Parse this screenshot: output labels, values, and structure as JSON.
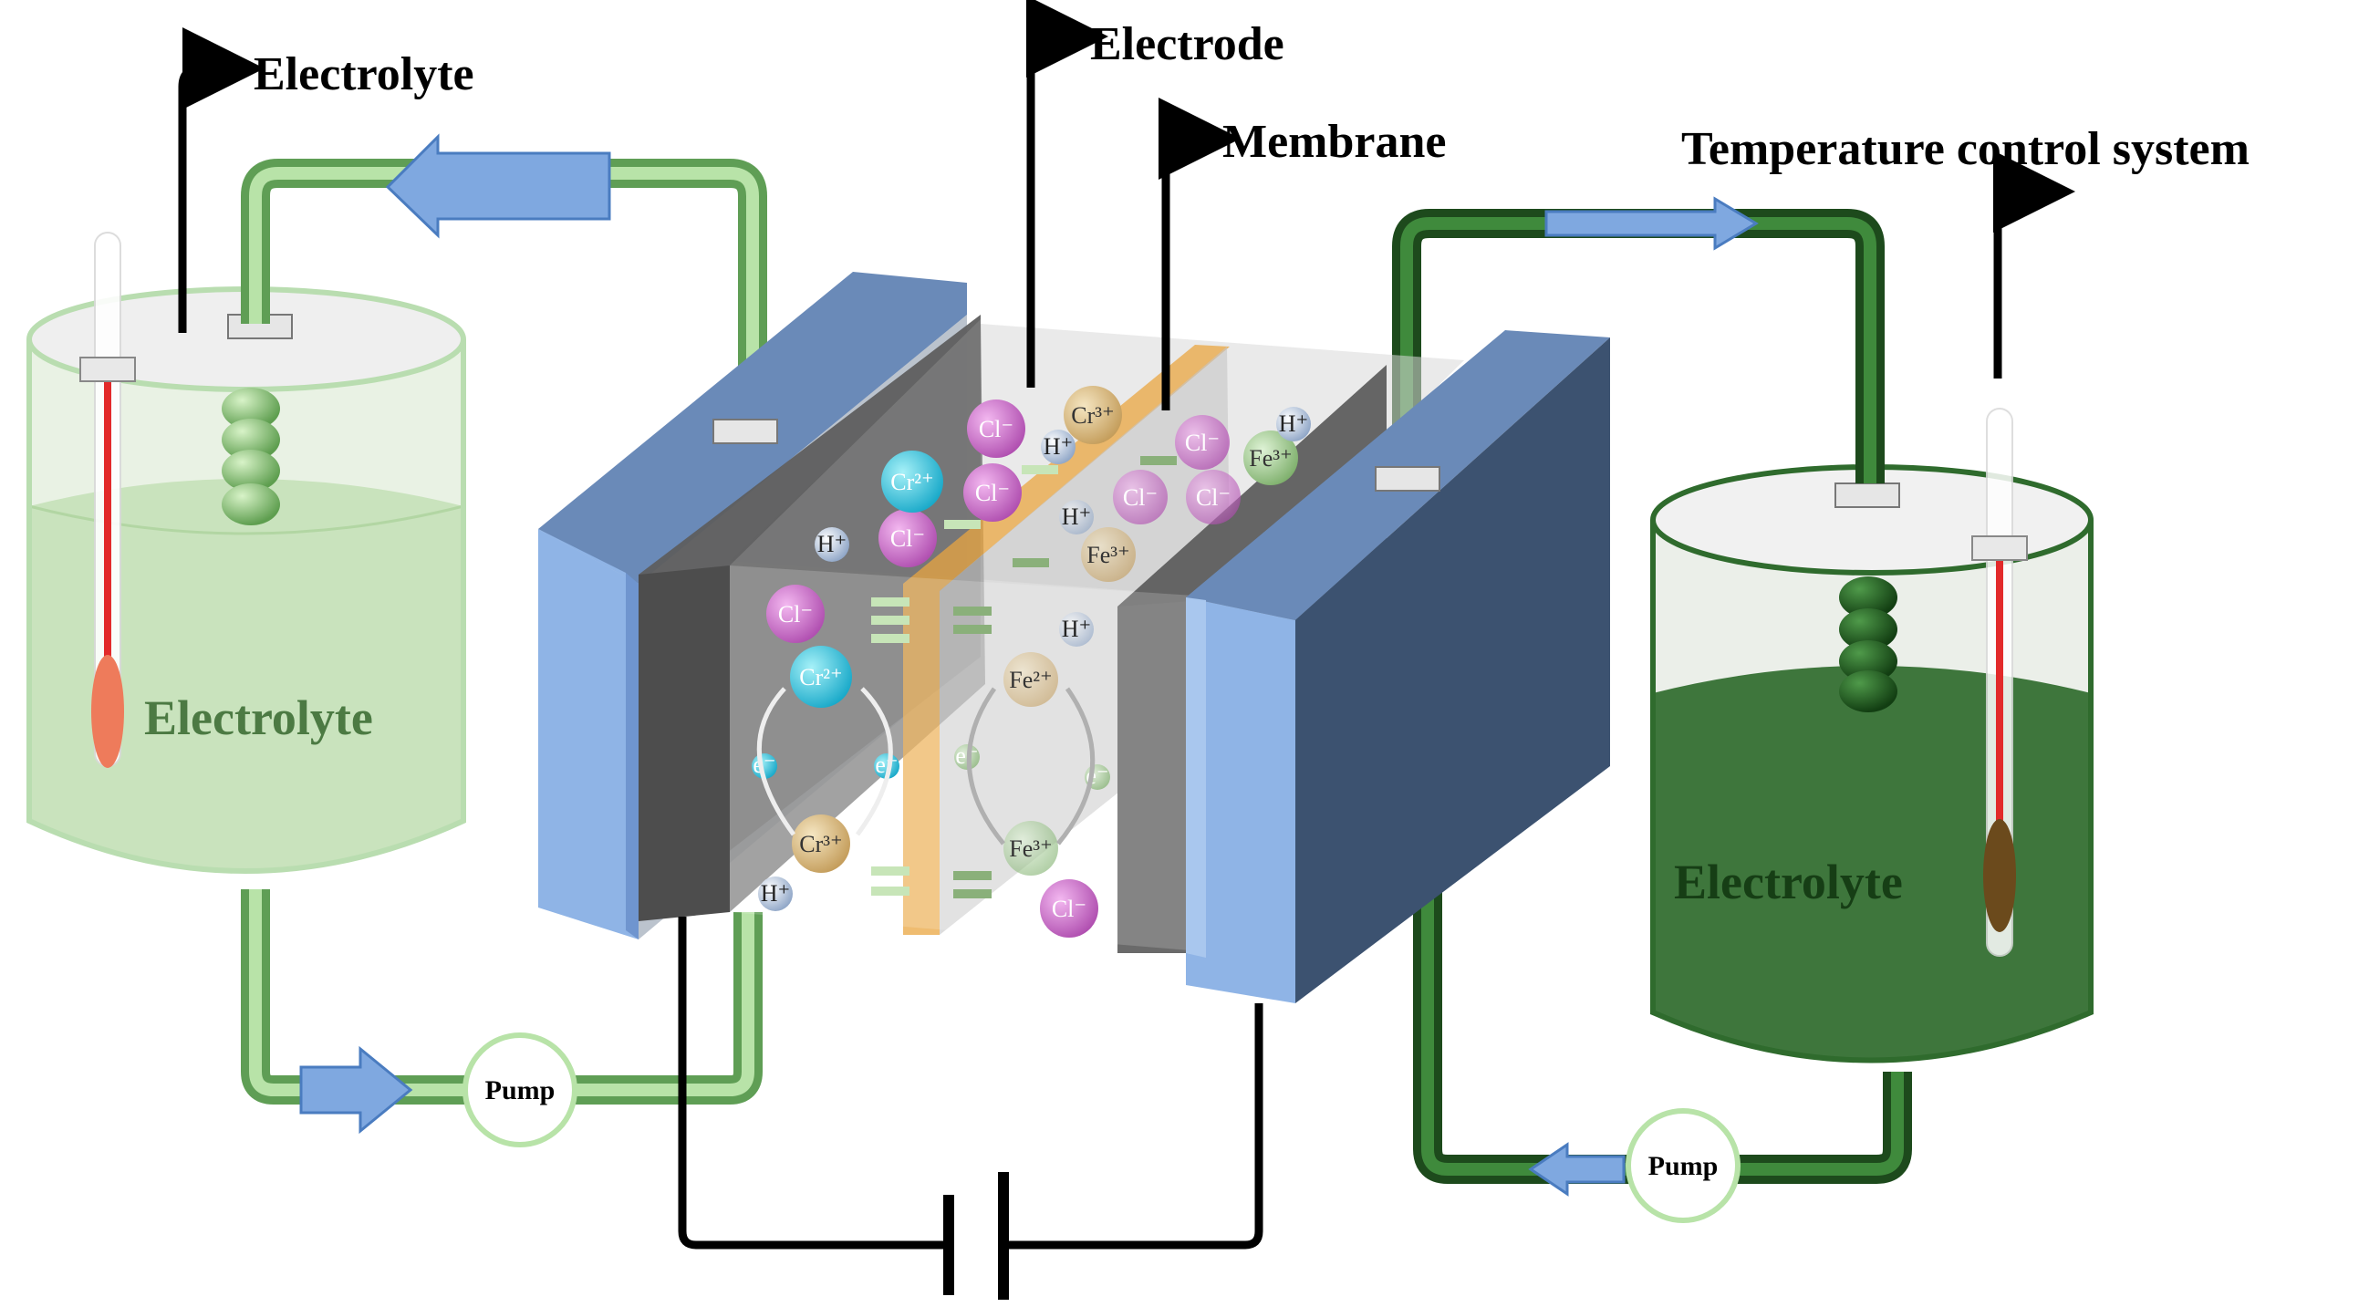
{
  "labels": {
    "electrolyte_top": "Electrolyte",
    "electrode": "Electrode",
    "membrane": "Membrane",
    "temperature_control": "Temperature control system"
  },
  "left_tank": {
    "label": "Electrolyte",
    "color": "#c9e3bd"
  },
  "right_tank": {
    "label": "Electrolyte",
    "color": "#2f6b2d"
  },
  "pumps": {
    "left": "Pump",
    "right": "Pump"
  },
  "ions": {
    "cl": "Cl⁻",
    "cr3": "Cr³⁺",
    "cr2": "Cr²⁺",
    "fe3": "Fe³⁺",
    "fe2": "Fe²⁺",
    "h": "H⁺",
    "e": "e⁻"
  },
  "colors": {
    "frame_blue": "#8fb4e6",
    "frame_dark": "#3c5270",
    "electrode_gray": "#5e5e5e",
    "membrane_orange": "#e9a640",
    "light_pipe": "#8fc97f",
    "dark_pipe": "#2f6b2d",
    "arrow_blue": "#7fa8e0"
  }
}
